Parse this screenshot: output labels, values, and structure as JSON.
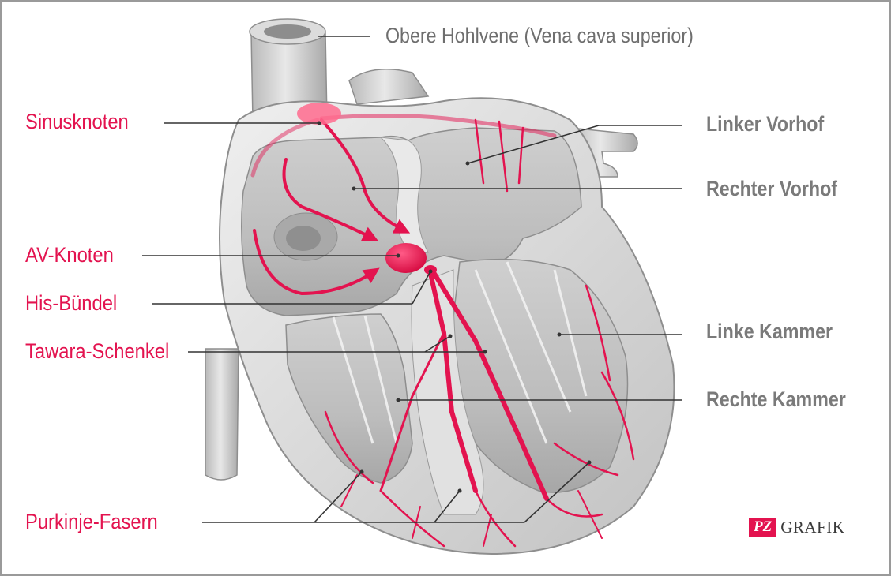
{
  "labels": {
    "superior_vena_cava": "Obere Hohlvene (Vena cava superior)",
    "sinus_node": "Sinusknoten",
    "av_node": "AV-Knoten",
    "his_bundle": "His-Bündel",
    "tawara_branches": "Tawara-Schenkel",
    "purkinje_fibers": "Purkinje-Fasern",
    "left_atrium": "Linker Vorhof",
    "right_atrium": "Rechter Vorhof",
    "left_ventricle": "Linke Kammer",
    "right_ventricle": "Rechte Kammer"
  },
  "logo": {
    "box": "PZ",
    "text": "GRAFIK"
  },
  "colors": {
    "conduction_red": "#e3134f",
    "label_grey": "#7a7a7a",
    "tissue_light": "#e6e6e6",
    "tissue_dark": "#9e9e9e",
    "frame": "#9a9a9a"
  }
}
